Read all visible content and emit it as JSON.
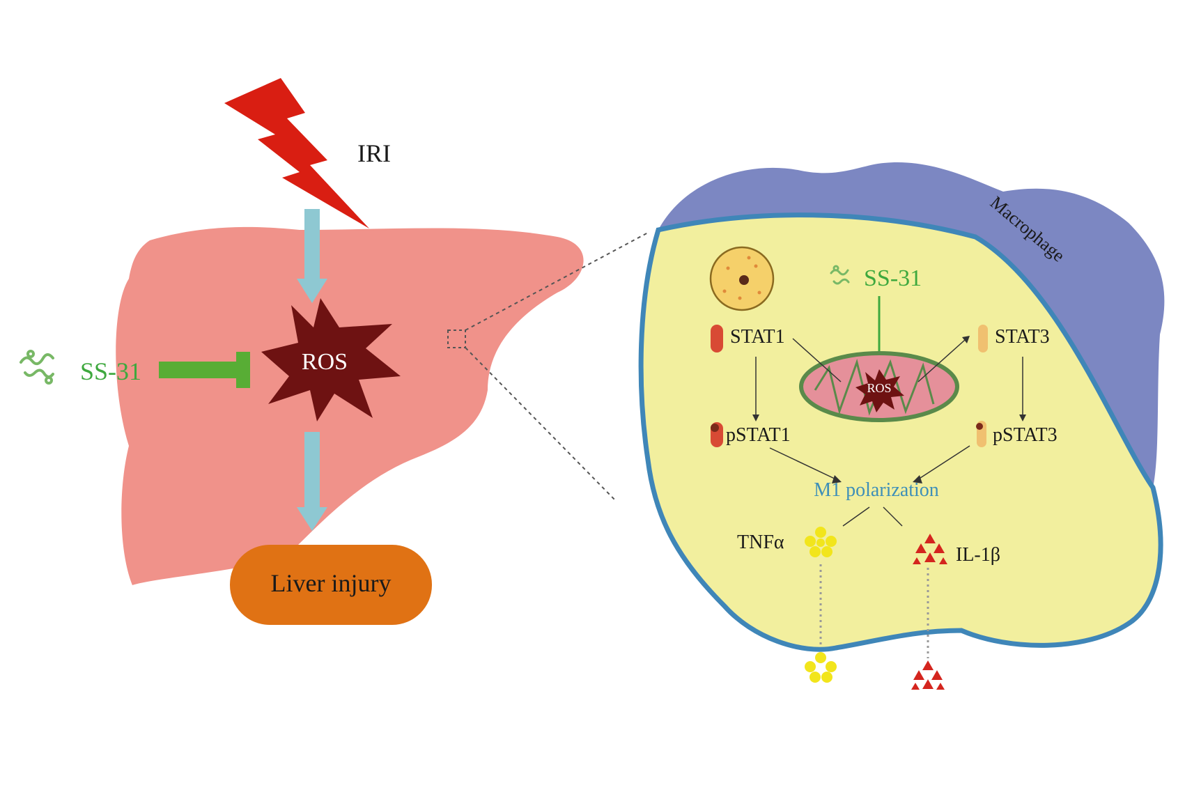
{
  "liver": {
    "insult_label": "IRI",
    "ros_label": "ROS",
    "drug_label": "SS-31",
    "outcome_label": "Liver injury"
  },
  "macrophage": {
    "cell_label": "Macrophage",
    "drug_label": "SS-31",
    "ros_label": "ROS",
    "stat1_label": "STAT1",
    "stat3_label": "STAT3",
    "pstat1_label": "pSTAT1",
    "pstat3_label": "pSTAT3",
    "polarization_label": "M1 polarization",
    "tnf_label": "TNFα",
    "il1_label": "IL-1β"
  },
  "colors": {
    "liver": "#f0928a",
    "ros_burst": "#6e1212",
    "lightning": "#d91e12",
    "arrow_blue": "#8ec8d2",
    "inhibit_green": "#58ad35",
    "drug_text_green": "#3ea83e",
    "outcome_pill": "#e07214",
    "cell_fill": "#f2ef9e",
    "cell_border": "#3f86b8",
    "cell_back": "#7c87c2",
    "polarization_text": "#3e8fb8",
    "tnf_dot": "#f2e51c",
    "il1_triangle": "#d4251e"
  }
}
